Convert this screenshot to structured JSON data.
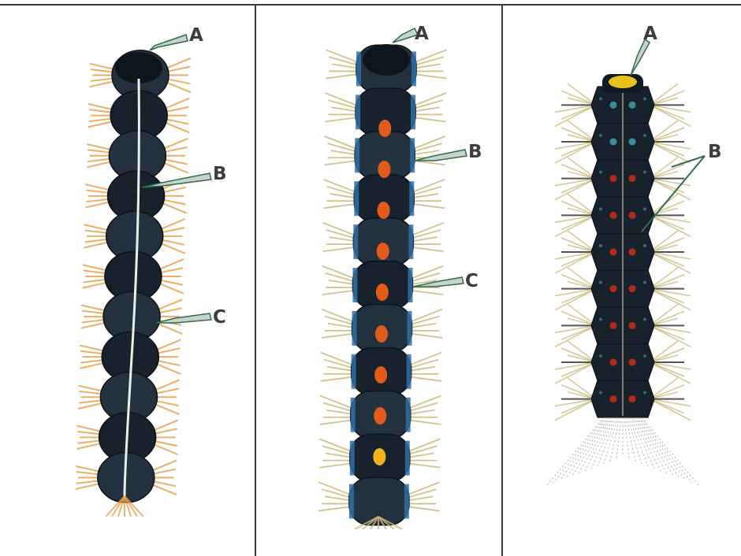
{
  "panels": [
    {
      "name": "left",
      "labels": {
        "a": "A",
        "b": "B",
        "c": "C"
      }
    },
    {
      "name": "middle",
      "labels": {
        "a": "A",
        "b": "B",
        "c": "C"
      }
    },
    {
      "name": "right",
      "labels": {
        "a": "A",
        "b": "B"
      }
    }
  ],
  "colors": {
    "body": "#17222c",
    "body_alt": "#243240",
    "spine_orange": "#e8a14a",
    "spine_yellow": "#c9b877",
    "dorsal_line": "#e9eee9",
    "orange_spot": "#e25a1c",
    "yellow_spot": "#f2b21d",
    "blue_side": "#2f6fa6",
    "red_dot": "#b32a1d",
    "teal_dot": "#3c8c96",
    "label_text": "#3d3d3d",
    "pointer_fill": "#c9d3cc",
    "pointer_tip": "#2d6e4d"
  }
}
